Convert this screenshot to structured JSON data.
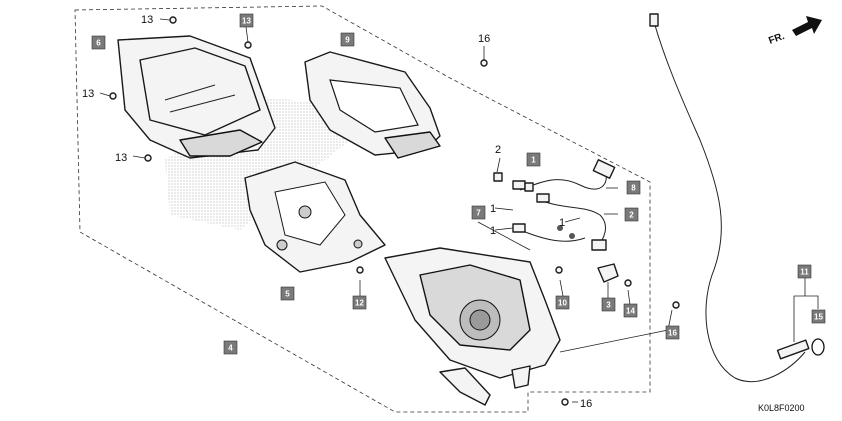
{
  "diagram": {
    "code": "K0L8F0200",
    "direction_label": "FR.",
    "boxed_labels": {
      "p6": "6",
      "p13_top": "13",
      "p9": "9",
      "p5": "5",
      "p12": "12",
      "p7": "7",
      "p4": "4",
      "p1": "1",
      "p8": "8",
      "p2": "2",
      "p3": "3",
      "p10": "10",
      "p14": "14",
      "p16": "16",
      "p11": "11",
      "p15": "15"
    },
    "plain_labels": {
      "p13_a": "13",
      "p13_b": "13",
      "p13_c": "13",
      "p16_top": "16",
      "p16_bottom": "16",
      "p2": "2",
      "p1_a": "1",
      "p1_b": "1",
      "p1_c": "1"
    }
  }
}
